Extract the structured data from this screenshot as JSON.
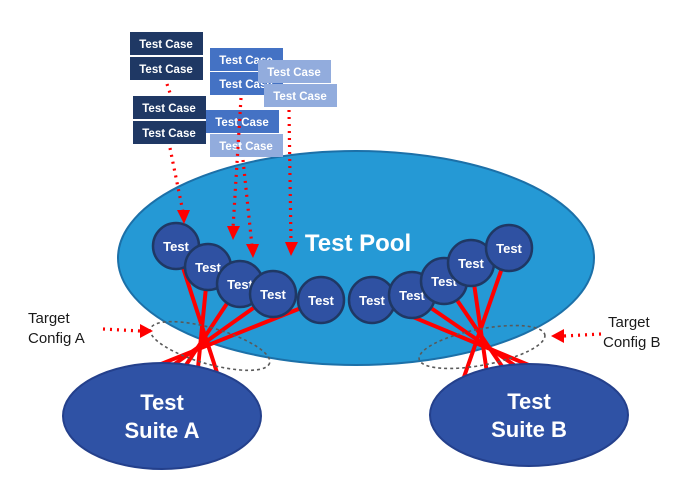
{
  "labels": {
    "test_case": "Test Case",
    "test_node": "Test",
    "test_pool": "Test Pool",
    "suite_a": [
      "Test",
      "Suite A"
    ],
    "suite_b": [
      "Test",
      "Suite B"
    ],
    "target_config_a": [
      "Target",
      "Config A"
    ],
    "target_config_b": [
      "Target",
      "Config B"
    ]
  },
  "colors": {
    "pool-fill": "#2599D5",
    "pool-stroke": "#1C70A8",
    "node-fill": "#2F51A2",
    "node-stroke": "#1F3864",
    "suite-fill": "#2F52A5",
    "suite-stroke": "#24408C",
    "case-navy": "#1F3864",
    "case-medium": "#4472C4",
    "case-light": "#92ACDD",
    "connector": "#FF0000",
    "lasso": "#595959",
    "text-light": "#FFFFFF",
    "text-dark": "#1A1A1A"
  }
}
